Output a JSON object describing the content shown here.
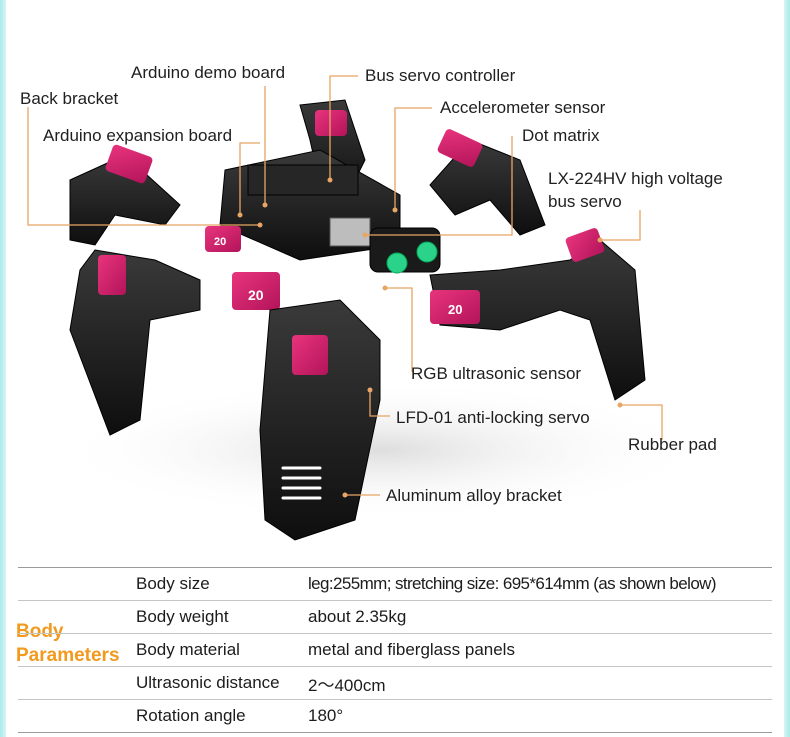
{
  "colors": {
    "accent": "#f19a1e",
    "frame": "#a8ece9",
    "leader": "#e8a565",
    "robot_body": "#151515",
    "servo": "#d81f6a"
  },
  "callouts": {
    "arduino_demo_board": "Arduino demo board",
    "bus_servo_controller": "Bus servo controller",
    "back_bracket": "Back bracket",
    "accelerometer_sensor": "Accelerometer sensor",
    "arduino_expansion_board": "Arduino expansion board",
    "dot_matrix": "Dot matrix",
    "lx224hv_line1": "LX-224HV high voltage",
    "lx224hv_line2": "bus servo",
    "rgb_ultrasonic": "RGB ultrasonic sensor",
    "lfd01": "LFD-01 anti-locking servo",
    "rubber_pad": "Rubber pad",
    "aluminum_bracket": "Aluminum alloy bracket"
  },
  "servo_labels": {
    "big": "20"
  },
  "params": {
    "title_line1": "Body",
    "title_line2": "Parameters",
    "rows": [
      {
        "label": "Body size",
        "value": "leg:255mm; stretching size: 695*614mm (as shown below)"
      },
      {
        "label": "Body weight",
        "value": "about 2.35kg"
      },
      {
        "label": "Body material",
        "value": "metal and fiberglass panels"
      },
      {
        "label": "Ultrasonic distance",
        "value": "2～400cm"
      },
      {
        "label": "Rotation angle",
        "value": "180°"
      }
    ]
  }
}
